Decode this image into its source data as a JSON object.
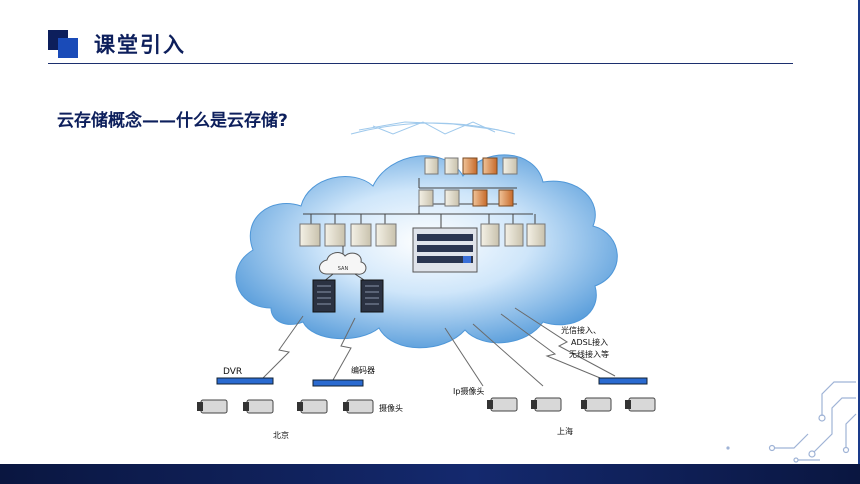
{
  "header": {
    "title": "课堂引入"
  },
  "subtitle": "云存储概念——什么是云存储?",
  "diagram": {
    "san_label": "SAN",
    "dvr_label": "DVR",
    "encoder_label": "编码器",
    "camera_label": "摄像头",
    "ip_camera_label": "Ip摄像头",
    "beijing_label": "北京",
    "shanghai_label": "上海",
    "access_lines": [
      "光信接入、",
      "ADSL接入",
      "无线接入等"
    ]
  },
  "colors": {
    "navy": "#0d1f5c",
    "accent_blue": "#1a4bb8",
    "cloud": "#6fb1e6"
  }
}
